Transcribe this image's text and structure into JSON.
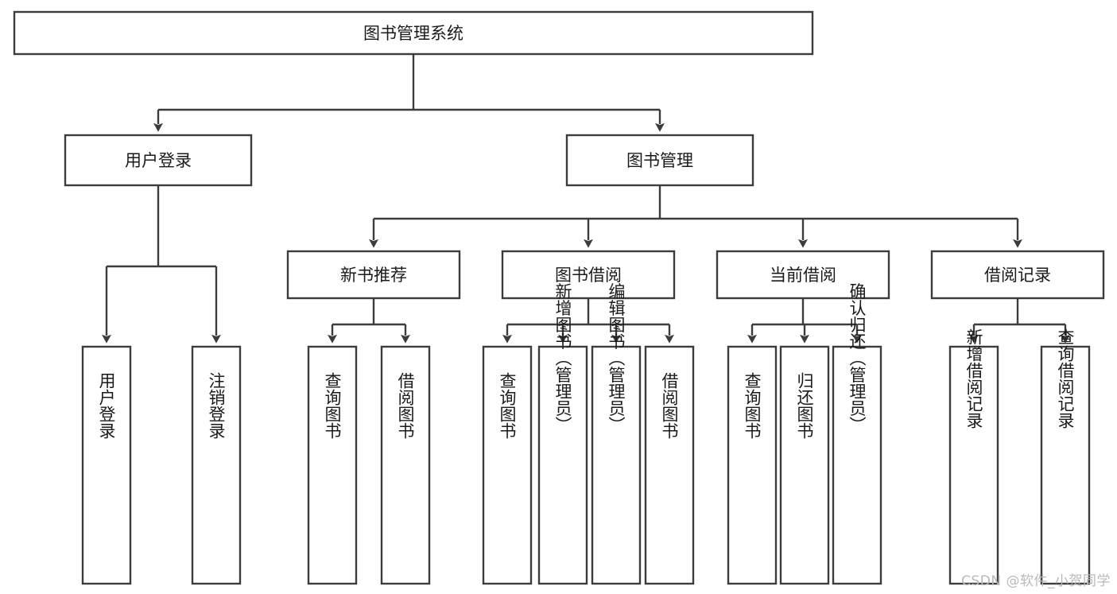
{
  "diagram": {
    "type": "tree-hierarchy",
    "title": "图书管理系统",
    "watermark": "CSDN @软件_小贺同学",
    "accent_color": "#3c3c3c",
    "background_color": "#ffffff",
    "nodes": {
      "root": {
        "label": "图书管理系统"
      },
      "level2": [
        {
          "id": "user-login",
          "label": "用户登录"
        },
        {
          "id": "book-manage",
          "label": "图书管理"
        }
      ],
      "level3": [
        {
          "id": "new-book-recommend",
          "label": "新书推荐"
        },
        {
          "id": "book-borrow",
          "label": "图书借阅"
        },
        {
          "id": "current-borrow",
          "label": "当前借阅"
        },
        {
          "id": "borrow-record",
          "label": "借阅记录"
        }
      ],
      "leaves": {
        "user-login": [
          {
            "id": "leaf-user-login",
            "label": "用户登录"
          },
          {
            "id": "leaf-logout-login",
            "label": "注销登录"
          }
        ],
        "new-book-recommend": [
          {
            "id": "leaf-query-book-1",
            "label": "查询图书"
          },
          {
            "id": "leaf-borrow-book-1",
            "label": "借阅图书"
          }
        ],
        "book-borrow": [
          {
            "id": "leaf-query-book-2",
            "label": "查询图书"
          },
          {
            "id": "leaf-add-book",
            "label": "新增图书（管理员）"
          },
          {
            "id": "leaf-edit-book",
            "label": "编辑图书（管理员）"
          },
          {
            "id": "leaf-borrow-book-2",
            "label": "借阅图书"
          }
        ],
        "current-borrow": [
          {
            "id": "leaf-query-book-3",
            "label": "查询图书"
          },
          {
            "id": "leaf-return-book",
            "label": "归还图书"
          },
          {
            "id": "leaf-confirm-return",
            "label": "确认归还（管理员）"
          }
        ],
        "borrow-record": [
          {
            "id": "leaf-add-record",
            "label": "新增借阅记录"
          },
          {
            "id": "leaf-query-record",
            "label": "查询借阅记录"
          }
        ]
      }
    }
  }
}
